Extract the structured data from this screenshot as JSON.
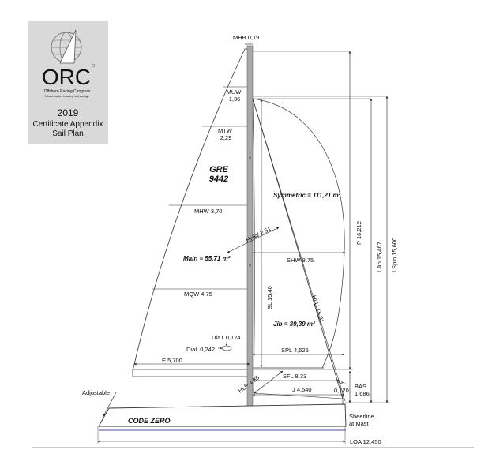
{
  "logo": {
    "brand": "ORC",
    "org_name": "Offshore Racing Congress",
    "tagline": "World leader in rating technology",
    "year": "2019",
    "doc_title_1": "Certificate Appendix",
    "doc_title_2": "Sail Plan"
  },
  "sail_number": {
    "line1": "GRE",
    "line2": "9442"
  },
  "boat_label": "CODE ZERO",
  "areas": {
    "main": "Main = 55,71 m²",
    "jib": "Jib = 39,39 m²",
    "symmetric": "Symmetric = 111,21 m²"
  },
  "dimensions": {
    "mhb": "MHB 0,19",
    "muw_name": "MUW",
    "muw_value": "1,36",
    "mtw_name": "MTW",
    "mtw_value": "2,29",
    "mhw": "MHW 3,70",
    "mqw": "MQW 4,75",
    "hhw": "HHW 2,51",
    "shw": "SHW 8,75",
    "sl": "SL 15,40",
    "hlu": "HLU 15,81",
    "spl": "SPL 4,525",
    "sfl": "SFL 8,33",
    "hlp": "HLP 4,85",
    "j": "J 4,540",
    "sfj_name": "SFJ",
    "sfj_value": "0,120",
    "bas_name": "BAS",
    "bas_value": "1,686",
    "e": "E 5,700",
    "diat": "DiaT 0,124",
    "dial": "DiaL 0,242",
    "p": "P 16,212",
    "i_jib": "I Jib 15,467",
    "i_spin": "I Spin 15,600",
    "loa": "LOA 12,450",
    "sheerline_1": "Sheerline",
    "sheerline_2": "at Mast",
    "adjustable": "Adjustable"
  }
}
